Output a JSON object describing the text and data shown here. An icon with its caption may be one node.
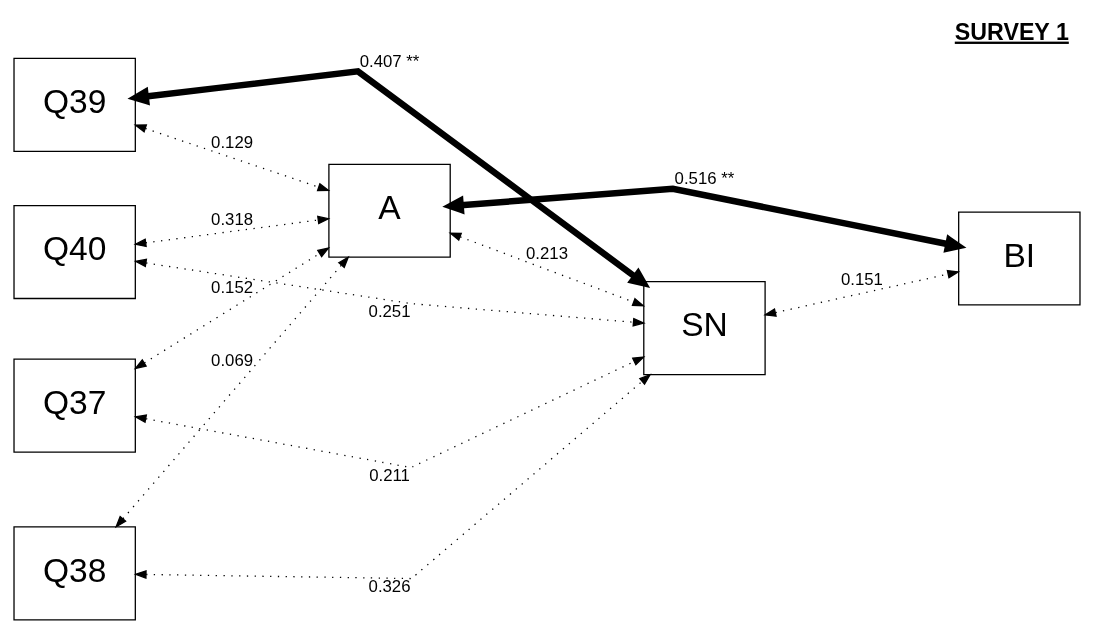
{
  "diagram": {
    "title": "SURVEY 1",
    "nodes": [
      {
        "text": [
          "Q39"
        ]
      },
      {
        "text": [
          "A"
        ]
      },
      {
        "text": [
          "Q40"
        ]
      },
      {
        "text": [
          "BI"
        ]
      },
      {
        "text": [
          "Q37"
        ]
      },
      {
        "text": [
          "SN"
        ]
      },
      {
        "text": [
          "Q38"
        ]
      }
    ],
    "edges": [
      {
        "from": 0,
        "to": 1,
        "arrow": "both",
        "label": "0.129",
        "style": "dashed"
      },
      {
        "from": 2,
        "to": 1,
        "arrow": "both",
        "label": "0.318",
        "style": "dashed"
      },
      {
        "from": 4,
        "to": 1,
        "arrow": "both",
        "label": "0.152",
        "style": "dashed"
      },
      {
        "from": 6,
        "to": 1,
        "arrow": "both",
        "label": "0.069",
        "style": "dashed"
      },
      {
        "from": 0,
        "to": 5,
        "arrow": "both",
        "label": "0.407 **",
        "style": "thick"
      },
      {
        "from": 2,
        "to": 5,
        "arrow": "both",
        "label": "0.251",
        "style": "dashed"
      },
      {
        "from": 1,
        "to": 5,
        "arrow": "both",
        "label": "0.213",
        "style": "dashed"
      },
      {
        "from": 1,
        "to": 3,
        "arrow": "both",
        "label": "0.516 **",
        "style": "thick"
      },
      {
        "from": 4,
        "to": 5,
        "arrow": "both",
        "label": "0.211",
        "style": "dashed"
      },
      {
        "from": 6,
        "to": 5,
        "arrow": "both",
        "label": "0.326",
        "style": "dashed"
      },
      {
        "from": 5,
        "to": 3,
        "arrow": "both",
        "label": "0.151",
        "style": "dashed"
      }
    ]
  }
}
